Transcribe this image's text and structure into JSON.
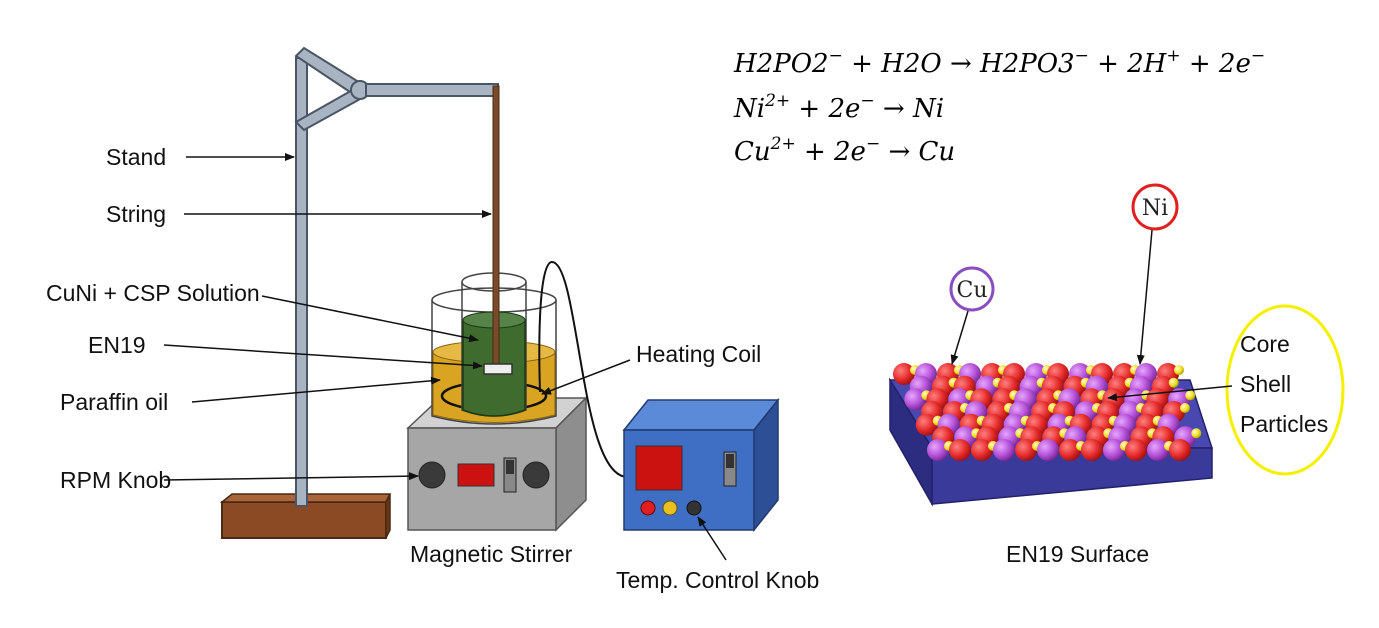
{
  "labels": {
    "stand": "Stand",
    "string": "String",
    "solution": "CuNi + CSP Solution",
    "en19": "EN19",
    "paraffin": "Paraffin oil",
    "rpm_knob": "RPM Knob",
    "heating_coil": "Heating Coil",
    "magnetic_stirrer": "Magnetic Stirrer",
    "temp_knob": "Temp. Control Knob",
    "en19_surface": "EN19 Surface",
    "cu": "Cu",
    "ni": "Ni",
    "core_shell": [
      "Core",
      "Shell",
      "Particles"
    ]
  },
  "equations": {
    "eq1": {
      "a": "H2PO2",
      "a_sup": "−",
      "b": " + H2O → H2PO3",
      "b_sup": "−",
      "c": " + 2H",
      "c_sup": "+",
      "d": " + 2e",
      "d_sup": "−"
    },
    "eq2": {
      "a": "Ni",
      "a_sup": "2+",
      "b": " + 2e",
      "b_sup": "−",
      "c": " → Ni"
    },
    "eq3": {
      "a": "Cu",
      "a_sup": "2+",
      "b": " + 2e",
      "b_sup": "−",
      "c": " → Cu"
    }
  },
  "colors": {
    "stand": "#a9b4c2",
    "stand_stroke": "#4a5666",
    "base_wood": "#8b4a24",
    "string": "#7a4a2a",
    "oil": "#d8a421",
    "solution": "#3f6b2f",
    "stirrer_top": "#c8c8c8",
    "stirrer_front": "#a6a6a6",
    "controller": "#3f6fc4",
    "surface_slab": "#3a3a9a",
    "cu_particle": "#b44fd6",
    "ni_particle": "#e52a2a",
    "core_particle": "#f0e020",
    "cu_ring": "#8a4fbf",
    "ni_ring": "#e02020",
    "core_ring": "#f5f000"
  }
}
